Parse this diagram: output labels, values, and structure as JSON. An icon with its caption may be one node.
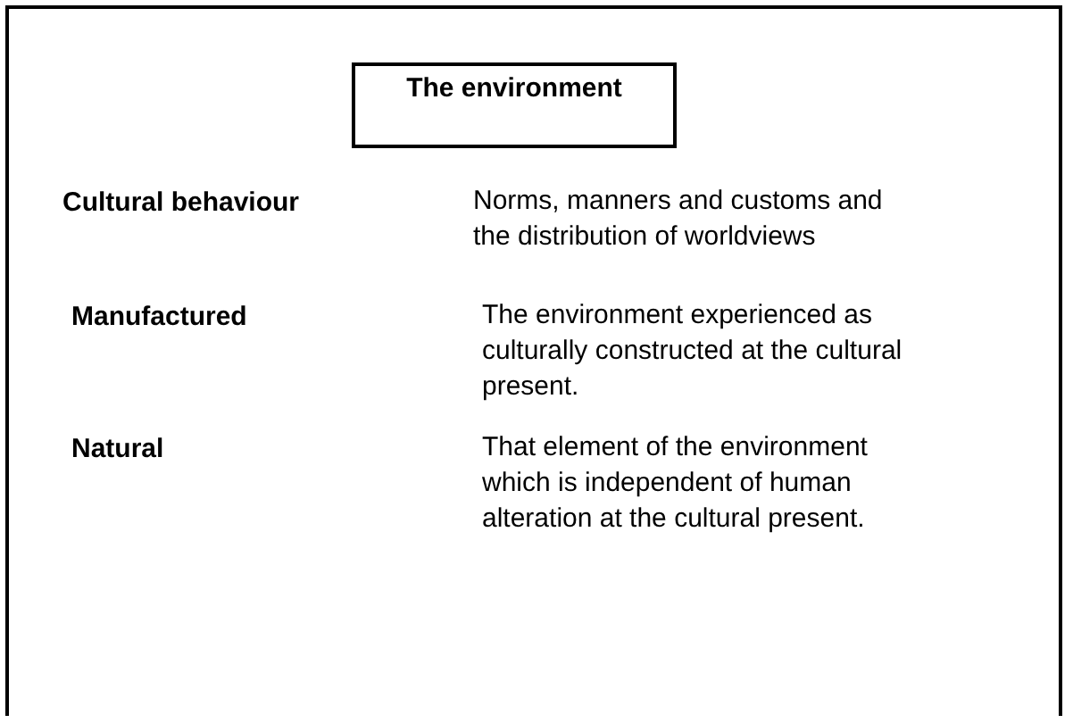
{
  "diagram": {
    "nodes": [
      {
        "text": [],
        "shape": "box"
      },
      {
        "text": [
          "The environment"
        ],
        "in": 0
      }
    ],
    "labels": [
      "Cultural behaviour",
      "Norms, manners and customs and the distribution of worldviews",
      "Manufactured",
      "The environment experienced as culturally constructed at the cultural present.",
      "Natural",
      "That element of the environment which is independent of human alteration at the cultural present."
    ]
  }
}
